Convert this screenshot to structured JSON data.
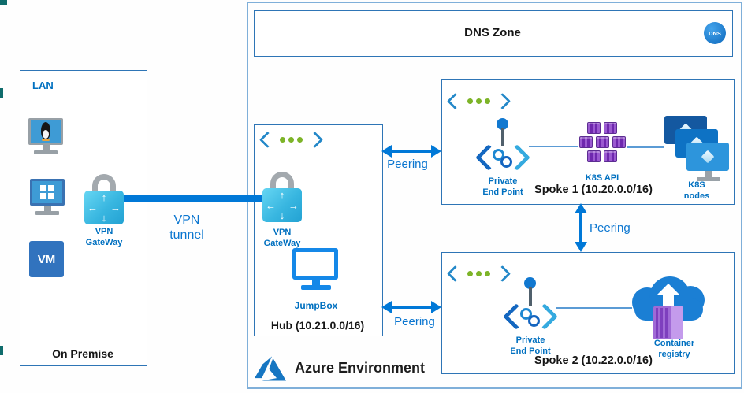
{
  "diagram": {
    "on_premise": {
      "lan_label": "LAN",
      "title": "On Premise",
      "vm_label": "VM",
      "vpn_gateway_label": "VPN\nGateWay"
    },
    "vpn_tunnel_label": "VPN\ntunnel",
    "azure": {
      "environment_title": "Azure Environment",
      "dns_zone": {
        "title": "DNS Zone",
        "dns_badge": "DNS"
      },
      "hub": {
        "title": "Hub (10.21.0.0/16)",
        "vpn_gateway_label": "VPN\nGateWay",
        "jumpbox_label": "JumpBox"
      },
      "spoke1": {
        "title": "Spoke 1 (10.20.0.0/16)",
        "private_endpoint_label": "Private\nEnd Point",
        "k8s_api_label": "K8S API",
        "k8s_nodes_label": "K8S\nnodes"
      },
      "spoke2": {
        "title": "Spoke 2 (10.22.0.0/16)",
        "private_endpoint_label": "Private\nEnd Point",
        "container_registry_label": "Container\nregistry"
      },
      "peering": {
        "hub_spoke1": "Peering",
        "spoke1_spoke2": "Peering",
        "hub_spoke2": "Peering"
      }
    },
    "colors": {
      "arrow_blue": "#0078D7",
      "label_blue": "#0070C0",
      "inner_border_blue": "#2E75B6",
      "outer_border_blue": "#7FAFD9",
      "k8s_purple": "#6E28AE",
      "registry_purple": "#A06AD6"
    }
  }
}
